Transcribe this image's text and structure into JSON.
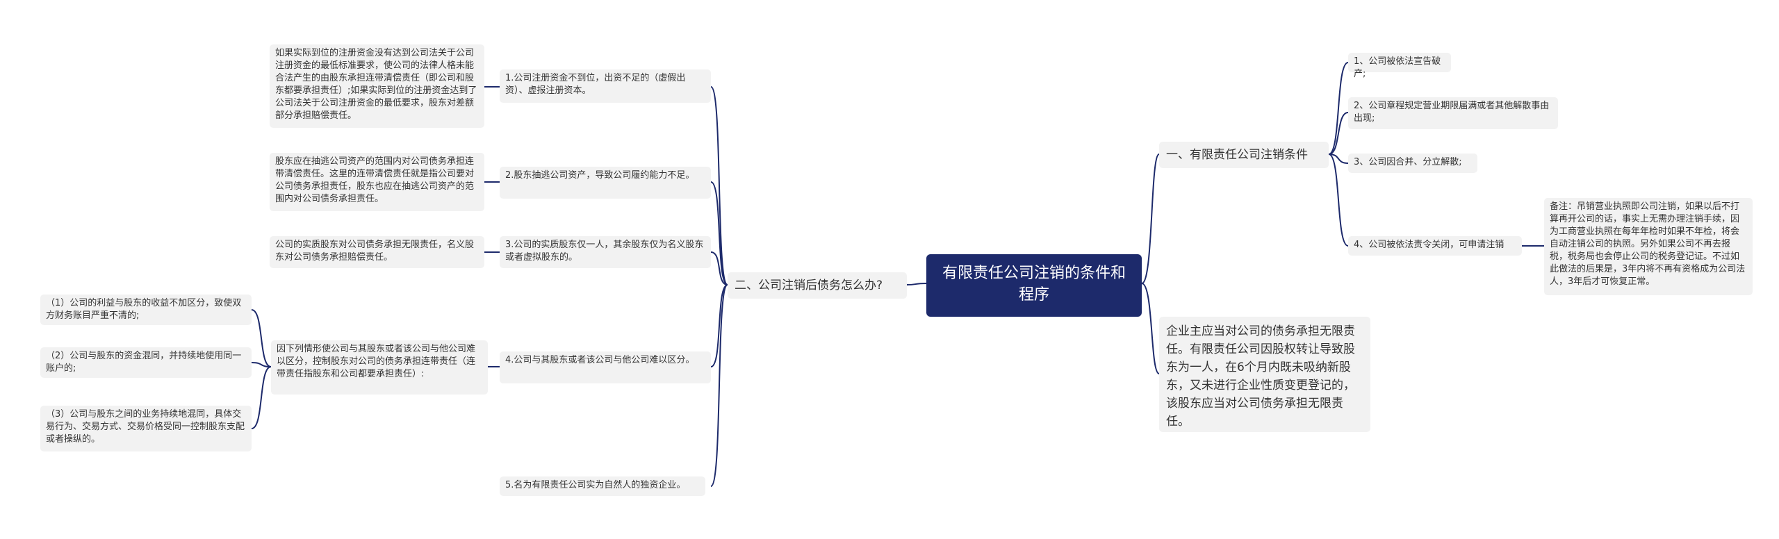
{
  "root": {
    "title": "有限责任公司注销的条件和程序"
  },
  "right": {
    "branch1": {
      "label": "一、有限责任公司注销条件",
      "items": [
        "1、公司被依法宣告破产;",
        "2、公司章程规定营业期限届满或者其他解散事由出现;",
        "3、公司因合并、分立解散;",
        "4、公司被依法责令关闭，可申请注销"
      ],
      "note": "备注：吊销营业执照即公司注销，如果以后不打算再开公司的话，事实上无需办理注销手续，因为工商营业执照在每年年检时如果不年检，将会自动注销公司的执照。另外如果公司不再去报税，税务局也会停止公司的税务登记证。不过如此做法的后果是，3年内将不再有资格成为公司法人，3年后才可恢复正常。"
    },
    "text_block": "企业主应当对公司的债务承担无限责任。有限责任公司因股权转让导致股东为一人，在6个月内既未吸纳新股东，又未进行企业性质变更登记的，该股东应当对公司债务承担无限责任。"
  },
  "left": {
    "branch2": {
      "label": "二、公司注销后债务怎么办?",
      "items": [
        {
          "label": "1.公司注册资金不到位，出资不足的（虚假出资）、虚报注册资本。",
          "detail": "如果实际到位的注册资金没有达到公司法关于公司注册资金的最低标准要求，使公司的法律人格未能合法产生的由股东承担连带清偿责任（即公司和股东都要承担责任）;如果实际到位的注册资金达到了公司法关于公司注册资金的最低要求，股东对差额部分承担赔偿责任。"
        },
        {
          "label": "2.股东抽逃公司资产，导致公司履约能力不足。",
          "detail": "股东应在抽逃公司资产的范围内对公司债务承担连带清偿责任。这里的连带清偿责任就是指公司要对公司债务承担责任，股东也应在抽逃公司资产的范围内对公司债务承担责任。"
        },
        {
          "label": "3.公司的实质股东仅一人，其余股东仅为名义股东或者虚拟股东的。",
          "detail": "公司的实质股东对公司债务承担无限责任，名义股东对公司债务承担赔偿责任。"
        },
        {
          "label": "4.公司与其股东或者该公司与他公司难以区分。",
          "detail": "因下列情形使公司与其股东或者该公司与他公司难以区分，控制股东对公司的债务承担连带责任（连带责任指股东和公司都要承担责任）:",
          "subs": [
            "（1）公司的利益与股东的收益不加区分，致使双方财务账目严重不清的;",
            "（2）公司与股东的资金混同，并持续地使用同一账户的;",
            "（3）公司与股东之间的业务持续地混同，具体交易行为、交易方式、交易价格受同一控制股东支配或者操纵的。"
          ]
        },
        {
          "label": "5.名为有限责任公司实为自然人的独资企业。"
        }
      ]
    }
  }
}
